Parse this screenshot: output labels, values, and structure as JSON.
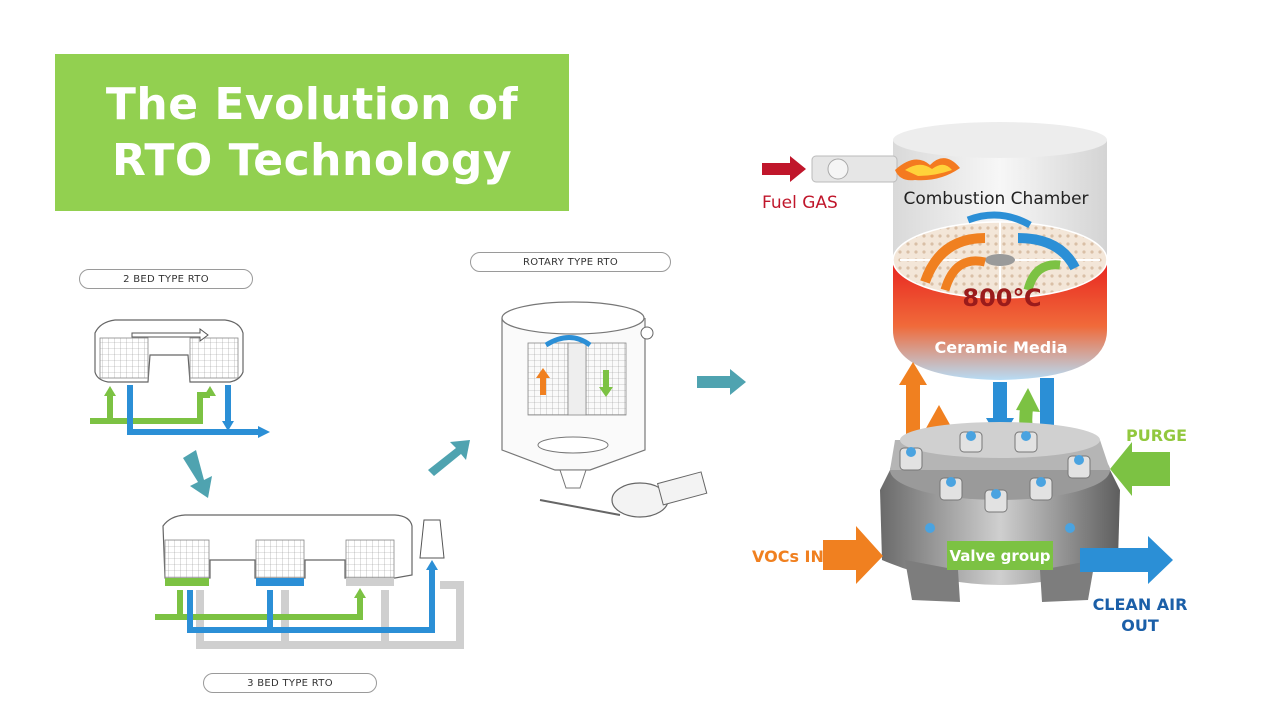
{
  "title": {
    "line1": "The Evolution of",
    "line2": "RTO Technology"
  },
  "stages": {
    "bed2": "2 BED TYPE RTO",
    "rotary": "ROTARY TYPE RTO",
    "bed3": "3 BED TYPE RTO"
  },
  "rto_labels": {
    "fuel_gas": "Fuel GAS",
    "combustion_chamber": "Combustion Chamber",
    "temperature": "800℃",
    "ceramic_media": "Ceramic Media",
    "purge": "PURGE",
    "vocs_in": "VOCs IN",
    "valve_group": "Valve group",
    "clean_air_line1": "CLEAN AIR",
    "clean_air_line2": "OUT"
  },
  "colors": {
    "title_bg": "#92d050",
    "green_flow": "#7cc243",
    "blue_flow": "#2b8fd6",
    "orange_flow": "#f08020",
    "fuel_red": "#c0162b",
    "teal_arrow": "#4fa3b0",
    "clean_air_blue": "#1b5fa8"
  }
}
